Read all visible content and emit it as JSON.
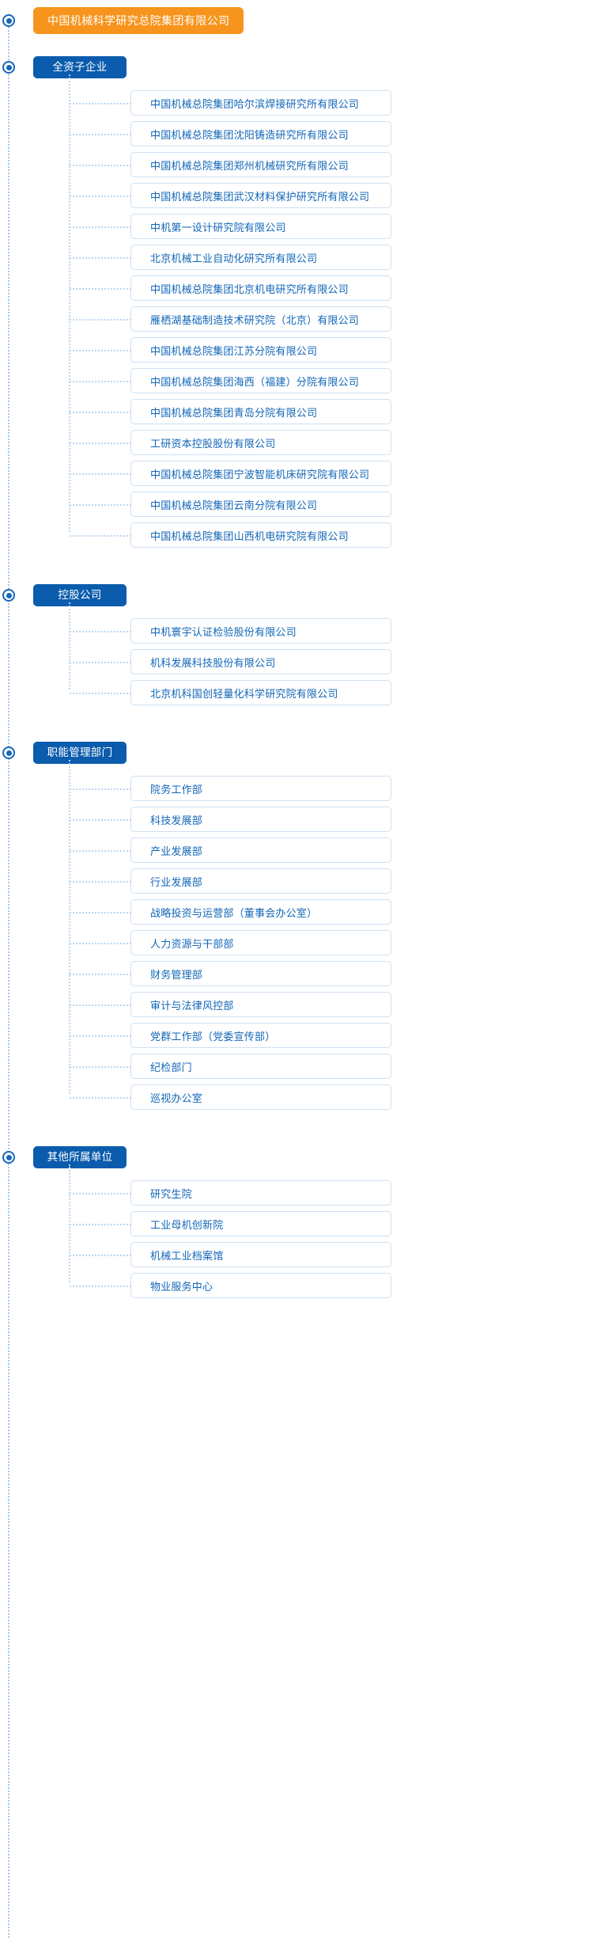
{
  "root": {
    "label": "中国机械科学研究总院集团有限公司",
    "color": "#f7941d"
  },
  "accent": {
    "group_color": "#0b5cad",
    "child_text": "#1166b8",
    "child_border": "#cfe0f1",
    "line": "#bcd6ef"
  },
  "groups": [
    {
      "label": "全资子企业",
      "children": [
        "中国机械总院集团哈尔滨焊接研究所有限公司",
        "中国机械总院集团沈阳铸造研究所有限公司",
        "中国机械总院集团郑州机械研究所有限公司",
        "中国机械总院集团武汉材料保护研究所有限公司",
        "中机第一设计研究院有限公司",
        "北京机械工业自动化研究所有限公司",
        "中国机械总院集团北京机电研究所有限公司",
        "雁栖湖基础制造技术研究院（北京）有限公司",
        "中国机械总院集团江苏分院有限公司",
        "中国机械总院集团海西（福建）分院有限公司",
        "中国机械总院集团青岛分院有限公司",
        "工研资本控股股份有限公司",
        "中国机械总院集团宁波智能机床研究院有限公司",
        "中国机械总院集团云南分院有限公司",
        "中国机械总院集团山西机电研究院有限公司"
      ]
    },
    {
      "label": "控股公司",
      "children": [
        "中机寰宇认证检验股份有限公司",
        "机科发展科技股份有限公司",
        "北京机科国创轻量化科学研究院有限公司"
      ]
    },
    {
      "label": "职能管理部门",
      "children": [
        "院务工作部",
        "科技发展部",
        "产业发展部",
        "行业发展部",
        "战略投资与运营部（董事会办公室）",
        "人力资源与干部部",
        "财务管理部",
        "审计与法律风控部",
        "党群工作部（党委宣传部）",
        "纪检部门",
        "巡视办公室"
      ]
    },
    {
      "label": "其他所属单位",
      "children": [
        "研究生院",
        "工业母机创新院",
        "机械工业档案馆",
        "物业服务中心"
      ]
    }
  ]
}
